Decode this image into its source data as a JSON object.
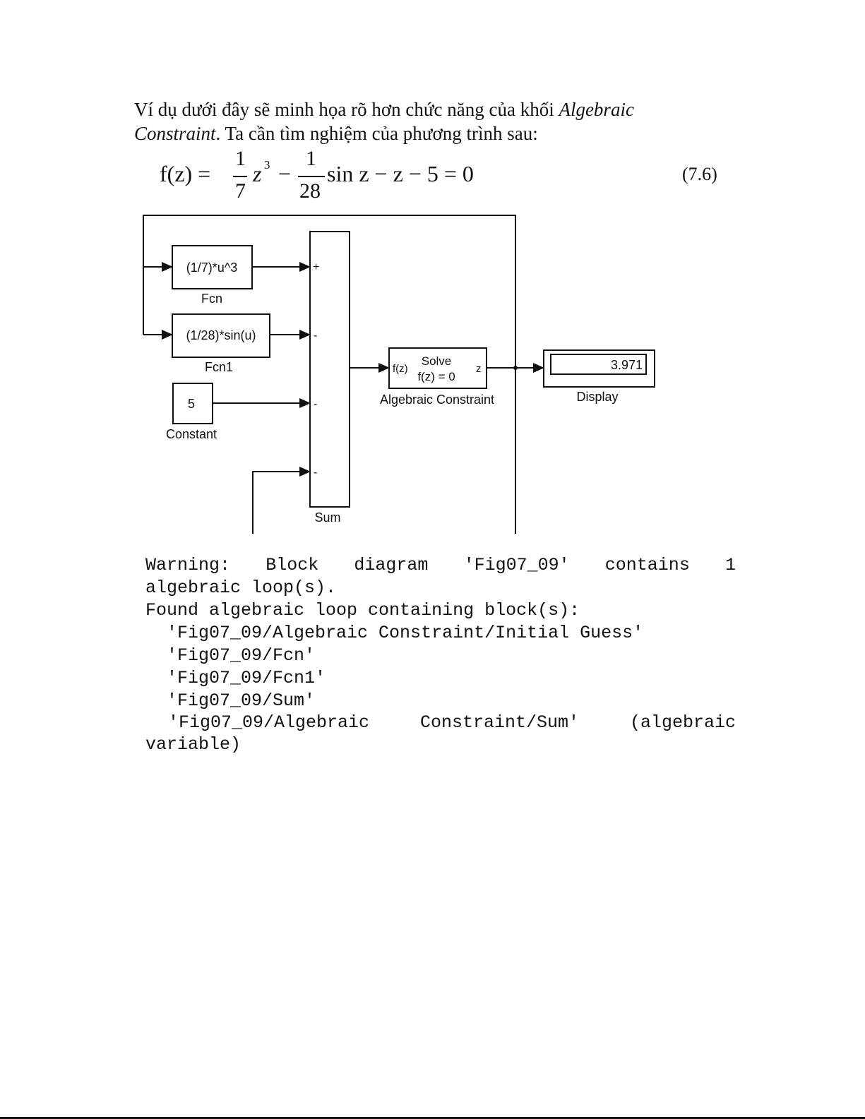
{
  "paragraph": {
    "line1_text": "Ví dụ dưới đây sẽ minh họa rõ hơn chức năng của khối ",
    "line1_italic": "Algebraic",
    "line2_italic": "Constraint",
    "line2_text": ". Ta cần tìm nghiệm của phương trình sau:"
  },
  "equation": {
    "lhs": "f(z) =",
    "frac1_num": "1",
    "frac1_den": "7",
    "term1": "z",
    "term1_exp": "3",
    "minus": "−",
    "frac2_num": "1",
    "frac2_den": "28",
    "term2": "sin z − z − 5 = 0",
    "number": "(7.6)"
  },
  "diagram": {
    "fcn": {
      "expr": "(1/7)*u^3",
      "label": "Fcn"
    },
    "fcn1": {
      "expr": "(1/28)*sin(u)",
      "label": "Fcn1"
    },
    "constant": {
      "value": "5",
      "label": "Constant"
    },
    "sum": {
      "label": "Sum",
      "signs": [
        "+",
        "-",
        "-",
        "-"
      ]
    },
    "algebraic": {
      "in_port": "f(z)",
      "line1": "Solve",
      "line2": "f(z) = 0",
      "out_port": "z",
      "label": "Algebraic Constraint"
    },
    "display": {
      "value": "3.971",
      "label": "Display"
    }
  },
  "output": {
    "lines": [
      "Warning: Block diagram 'Fig07_09' contains 1",
      "algebraic loop(s).",
      "Found algebraic loop containing block(s):",
      "  'Fig07_09/Algebraic Constraint/Initial Guess'",
      "  'Fig07_09/Fcn'",
      "  'Fig07_09/Fcn1'",
      "  'Fig07_09/Sum'",
      "  'Fig07_09/Algebraic Constraint/Sum' (algebraic",
      "variable)"
    ]
  }
}
